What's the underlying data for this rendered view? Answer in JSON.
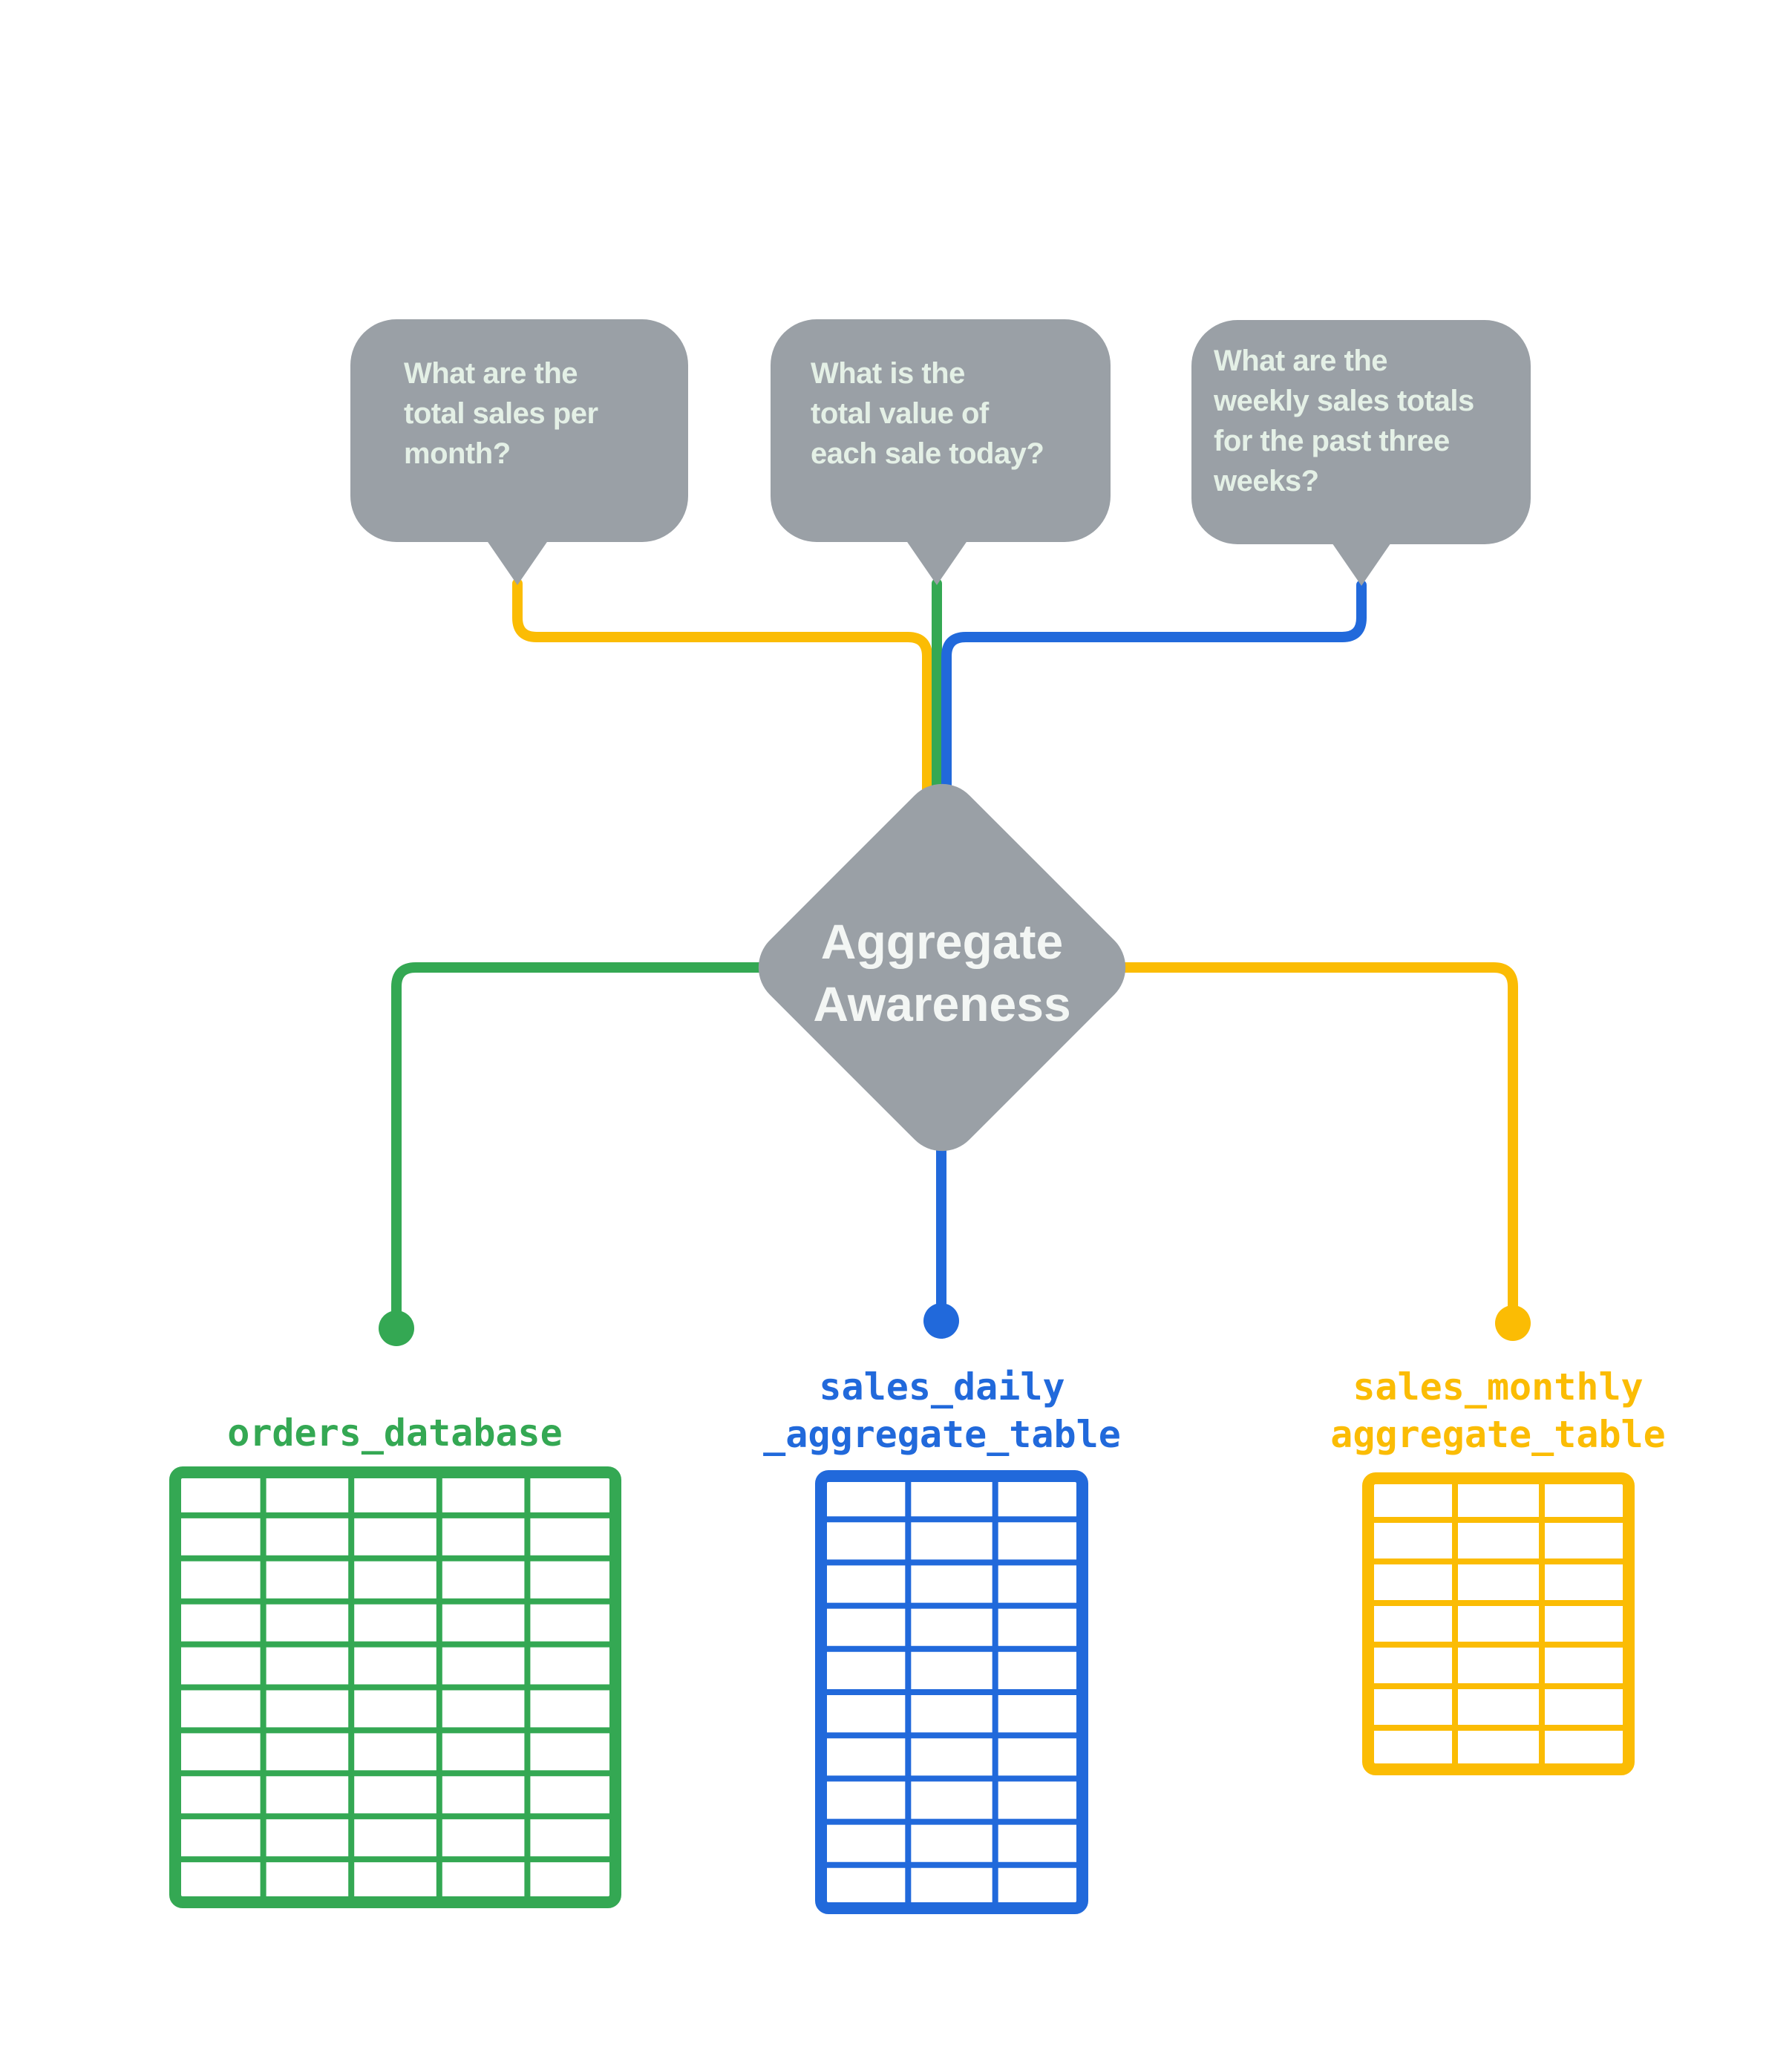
{
  "colors": {
    "gray": "#9AA0A6",
    "green": "#34A853",
    "yellow": "#FBBC04",
    "blue": "#2169DB",
    "bubble_text": "#E4F0E6",
    "diamond_text": "#F3F6F4"
  },
  "bubbles": [
    {
      "text": "What are the\ntotal sales per\nmonth?"
    },
    {
      "text": "What is the\ntotal value of\neach sale today?"
    },
    {
      "text": "What are the\nweekly sales totals\nfor the past three\nweeks?"
    }
  ],
  "diamond": {
    "label": "Aggregate\nAwareness"
  },
  "tables": [
    {
      "label": "orders_database",
      "color": "#34A853",
      "cols": 5,
      "rows": 10
    },
    {
      "label": "sales_daily\n_aggregate_table",
      "color": "#2169DB",
      "cols": 3,
      "rows": 10
    },
    {
      "label": "sales_monthly\naggregate_table",
      "color": "#FBBC04",
      "cols": 3,
      "rows": 7
    }
  ]
}
